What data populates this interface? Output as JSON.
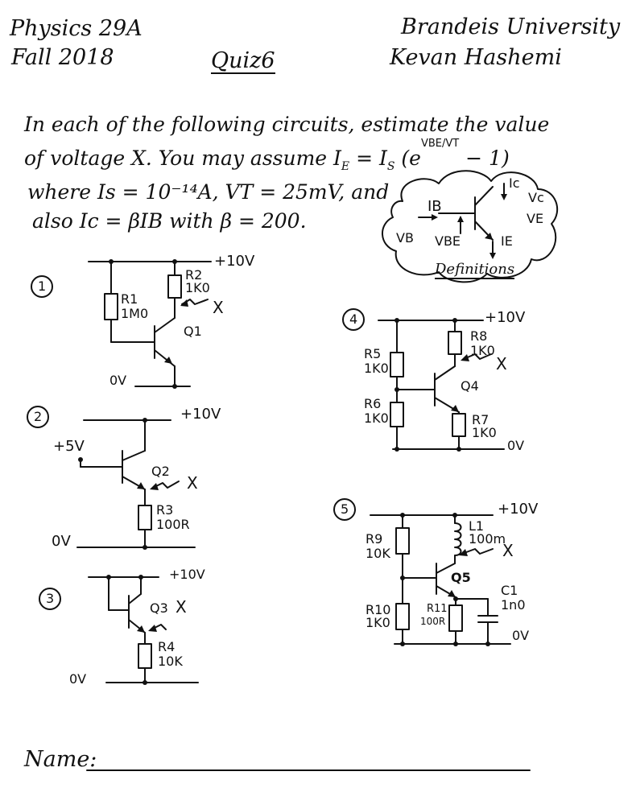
{
  "header": {
    "course": "Physics 29A",
    "term": "Fall 2018",
    "title": "Quiz6",
    "university": "Brandeis University",
    "author": "Kevan Hashemi"
  },
  "intro": {
    "line1": "In each of the following circuits, estimate the value",
    "line2a": "of voltage X. You may assume I",
    "line2b": "E",
    "line2c": " = I",
    "line2d": "S",
    "line2e": " (e",
    "line2f": "VBE/VT",
    "line2g": " − 1)",
    "line3": "where Is = 10⁻¹⁴A, VT = 25mV, and",
    "line4": "also Ic = βIB with β = 200."
  },
  "definitions": {
    "title": "Definitions",
    "ib": "IB",
    "ic": "Ic",
    "vc": "Vc",
    "ve": "VE",
    "vb": "VB",
    "vbe": "VBE",
    "ie": "IE"
  },
  "circuits": {
    "c1": {
      "num": "1",
      "supply": "+10V",
      "ground": "0V",
      "r1": "R1",
      "r1v": "1M0",
      "r2": "R2",
      "r2v": "1K0",
      "q": "Q1",
      "x": "X"
    },
    "c2": {
      "num": "2",
      "supply": "+10V",
      "ground": "0V",
      "vin": "+5V",
      "q": "Q2",
      "r3": "R3",
      "r3v": "100R",
      "x": "X"
    },
    "c3": {
      "num": "3",
      "supply": "+10V",
      "ground": "0V",
      "q": "Q3",
      "r4": "R4",
      "r4v": "10K",
      "x": "X"
    },
    "c4": {
      "num": "4",
      "supply": "+10V",
      "ground": "0V",
      "r5": "R5",
      "r5v": "1K0",
      "r6": "R6",
      "r6v": "1K0",
      "r7": "R7",
      "r7v": "1K0",
      "r8": "R8",
      "r8v": "1K0",
      "q": "Q4",
      "x": "X"
    },
    "c5": {
      "num": "5",
      "supply": "+10V",
      "ground": "0V",
      "r9": "R9",
      "r9v": "10K",
      "r10": "R10",
      "r10v": "1K0",
      "r11": "R11",
      "r11v": "100R",
      "l1": "L1",
      "l1v": "100m",
      "c1": "C1",
      "c1v": "1n0",
      "q": "Q5",
      "x": "X"
    }
  },
  "footer": {
    "name_label": "Name:"
  }
}
